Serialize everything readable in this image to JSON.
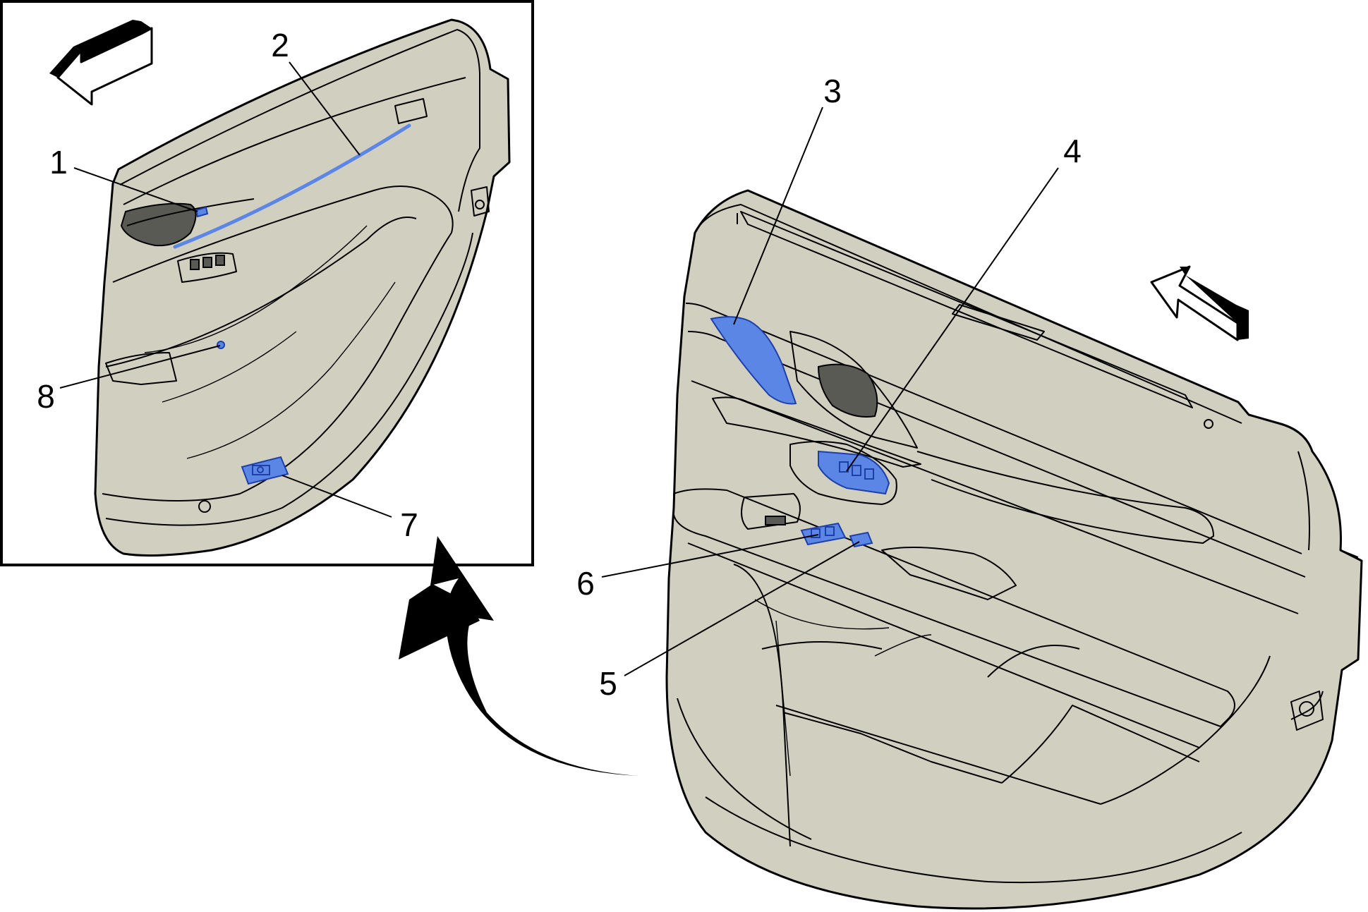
{
  "colors": {
    "panel": "#d1cfc0",
    "highlight": "#5c86e6",
    "line": "#000000",
    "background": "#ffffff"
  },
  "callouts": [
    {
      "id": "1",
      "label": "1"
    },
    {
      "id": "2",
      "label": "2"
    },
    {
      "id": "3",
      "label": "3"
    },
    {
      "id": "4",
      "label": "4"
    },
    {
      "id": "5",
      "label": "5"
    },
    {
      "id": "6",
      "label": "6"
    },
    {
      "id": "7",
      "label": "7"
    },
    {
      "id": "8",
      "label": "8"
    }
  ],
  "icons": {
    "inset_direction": "forward-arrow-icon",
    "main_direction": "forward-arrow-icon",
    "transition": "curved-arrow-icon"
  }
}
